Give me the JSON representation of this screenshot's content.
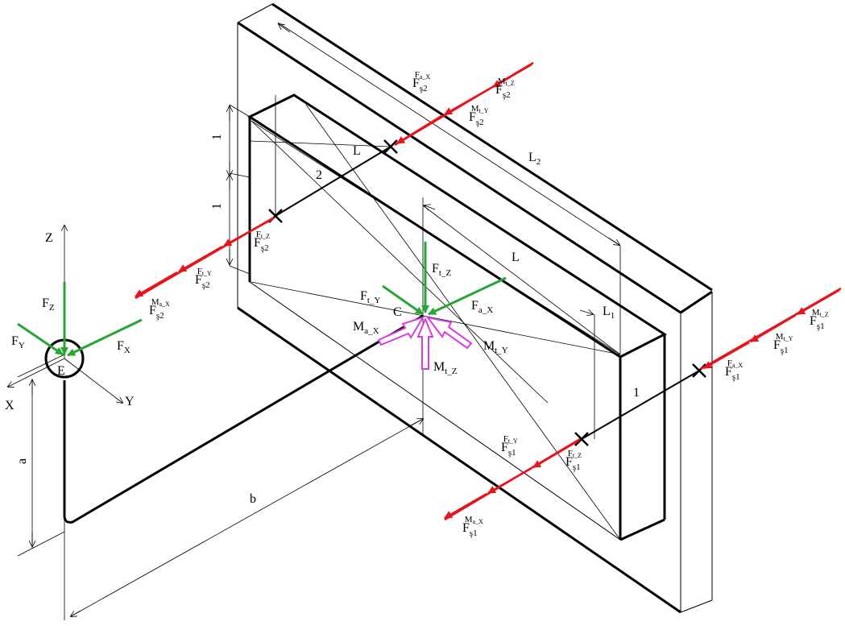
{
  "colors": {
    "line": "#000000",
    "reaction_arrow": "#e8141b",
    "force_arrow": "#27a535",
    "moment_arrow": "#d63de0"
  },
  "axes": {
    "x": "X",
    "y": "Y",
    "z": "Z",
    "origin_point": "E"
  },
  "points": {
    "center": "C"
  },
  "dimensions": {
    "a": "a",
    "b": "b",
    "L": "L",
    "L_plate": "L",
    "L1_main": "L",
    "L1_sub": "1",
    "L2_main": "L",
    "L2_sub": "2",
    "one_top": "1",
    "one_left": "1",
    "one_right": "1",
    "two": "2"
  },
  "forces": {
    "fz_main": "F",
    "fz_sub": "Z",
    "fy_main": "F",
    "fy_sub": "Y",
    "fx_main": "F",
    "fx_sub": "X",
    "ftz_main": "F",
    "ftz_sub": "t_Z",
    "fty_main": "F",
    "fty_sub": "t_Y",
    "fax_main": "F",
    "fax_sub": "a_X"
  },
  "moments": {
    "max_main": "M",
    "max_sub": "a_X",
    "mty_main": "M",
    "mty_sub": "t_Y",
    "mtz_main": "M",
    "mtz_sub": "t_Z"
  },
  "reactions": {
    "base": "F",
    "s2": "ş2",
    "s1": "ş1",
    "s2_fax_sup_main": "F",
    "s2_fax_sup_sub": "a_X",
    "s2_mtz_sup_main": "M",
    "s2_mtz_sup_sub": "t_Z",
    "s2_mty_sup_main": "M",
    "s2_mty_sup_sub": "t_Y",
    "s2_ftz_sup_main": "F",
    "s2_ftz_sup_sub": "t_Z",
    "s2_fty_sup_main": "F",
    "s2_fty_sup_sub": "t_Y",
    "s2_max_sup_main": "M",
    "s2_max_sup_sub": "a_X",
    "s1_mtz_sup_main": "M",
    "s1_mtz_sup_sub": "t_Z",
    "s1_mty_sup_main": "M",
    "s1_mty_sup_sub": "t_Y",
    "s1_fax_sup_main": "F",
    "s1_fax_sup_sub": "a_X",
    "s1_fty_sup_main": "F",
    "s1_fty_sup_sub": "t_Y",
    "s1_ftz_sup_main": "F",
    "s1_ftz_sup_sub": "t_Z",
    "s1_max_sup_main": "M",
    "s1_max_sup_sub": "a_X"
  }
}
